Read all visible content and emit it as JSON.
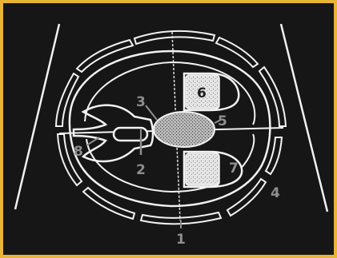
{
  "diagram": {
    "labels": [
      {
        "id": "1",
        "text": "1"
      },
      {
        "id": "2",
        "text": "2"
      },
      {
        "id": "3",
        "text": "3"
      },
      {
        "id": "4",
        "text": "4"
      },
      {
        "id": "5",
        "text": "5"
      },
      {
        "id": "6",
        "text": "6"
      },
      {
        "id": "7",
        "text": "7"
      },
      {
        "id": "8",
        "text": "8"
      }
    ]
  },
  "colors": {
    "frame": "#e8b437",
    "background": "#161616",
    "outline": "#f2f2f2",
    "label": "#8e8e8e"
  }
}
